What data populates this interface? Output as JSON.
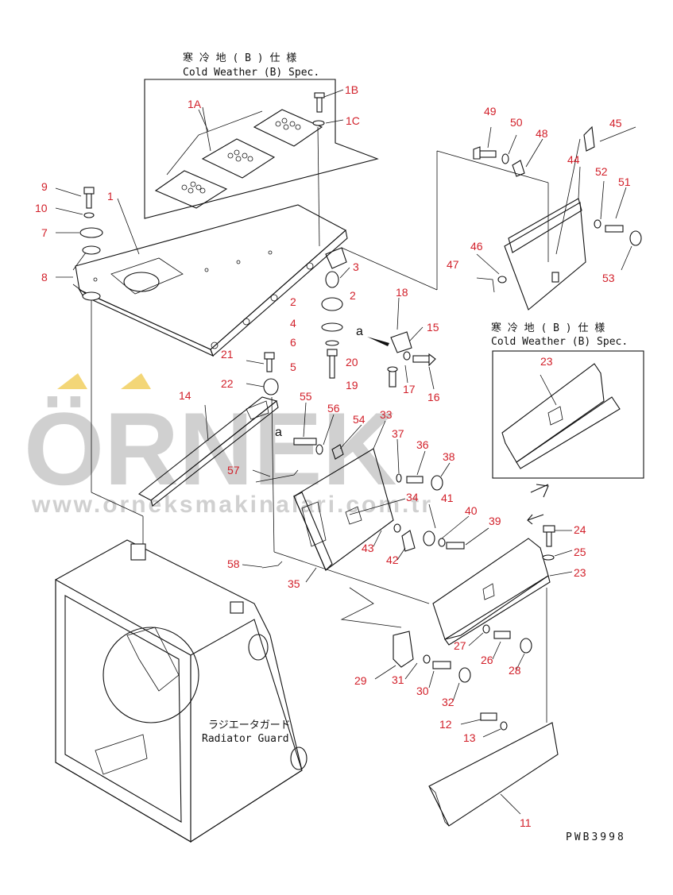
{
  "headings": {
    "cold_weather_jp_1": "寒 冷 地 ( B ) 仕 様",
    "cold_weather_en_1": "Cold Weather (B) Spec.",
    "cold_weather_jp_2": "寒 冷 地 ( B ) 仕 様",
    "cold_weather_en_2": "Cold Weather (B) Spec.",
    "radiator_guard_jp": "ラジエータガード",
    "radiator_guard_en": "Radiator Guard",
    "drawing_code": "PWB3998"
  },
  "watermark": {
    "brand": "ÖRNEK",
    "url": "www.orneksmakinalari.com.tr"
  },
  "part_labels": [
    "1A",
    "1B",
    "1C",
    "1",
    "2",
    "2",
    "3",
    "4",
    "5",
    "6",
    "7",
    "8",
    "9",
    "10",
    "11",
    "12",
    "13",
    "14",
    "15",
    "16",
    "17",
    "18",
    "19",
    "20",
    "21",
    "22",
    "23",
    "23",
    "24",
    "25",
    "26",
    "27",
    "28",
    "29",
    "30",
    "31",
    "32",
    "33",
    "34",
    "35",
    "36",
    "37",
    "38",
    "39",
    "40",
    "41",
    "42",
    "43",
    "44",
    "45",
    "46",
    "47",
    "48",
    "49",
    "50",
    "51",
    "52",
    "53",
    "54",
    "55",
    "56",
    "57",
    "58",
    "a",
    "a"
  ],
  "colors": {
    "label": "#d2202a",
    "line": "#111111",
    "watermark": "#c8c8c8",
    "watermark_accent": "#f2d060"
  }
}
